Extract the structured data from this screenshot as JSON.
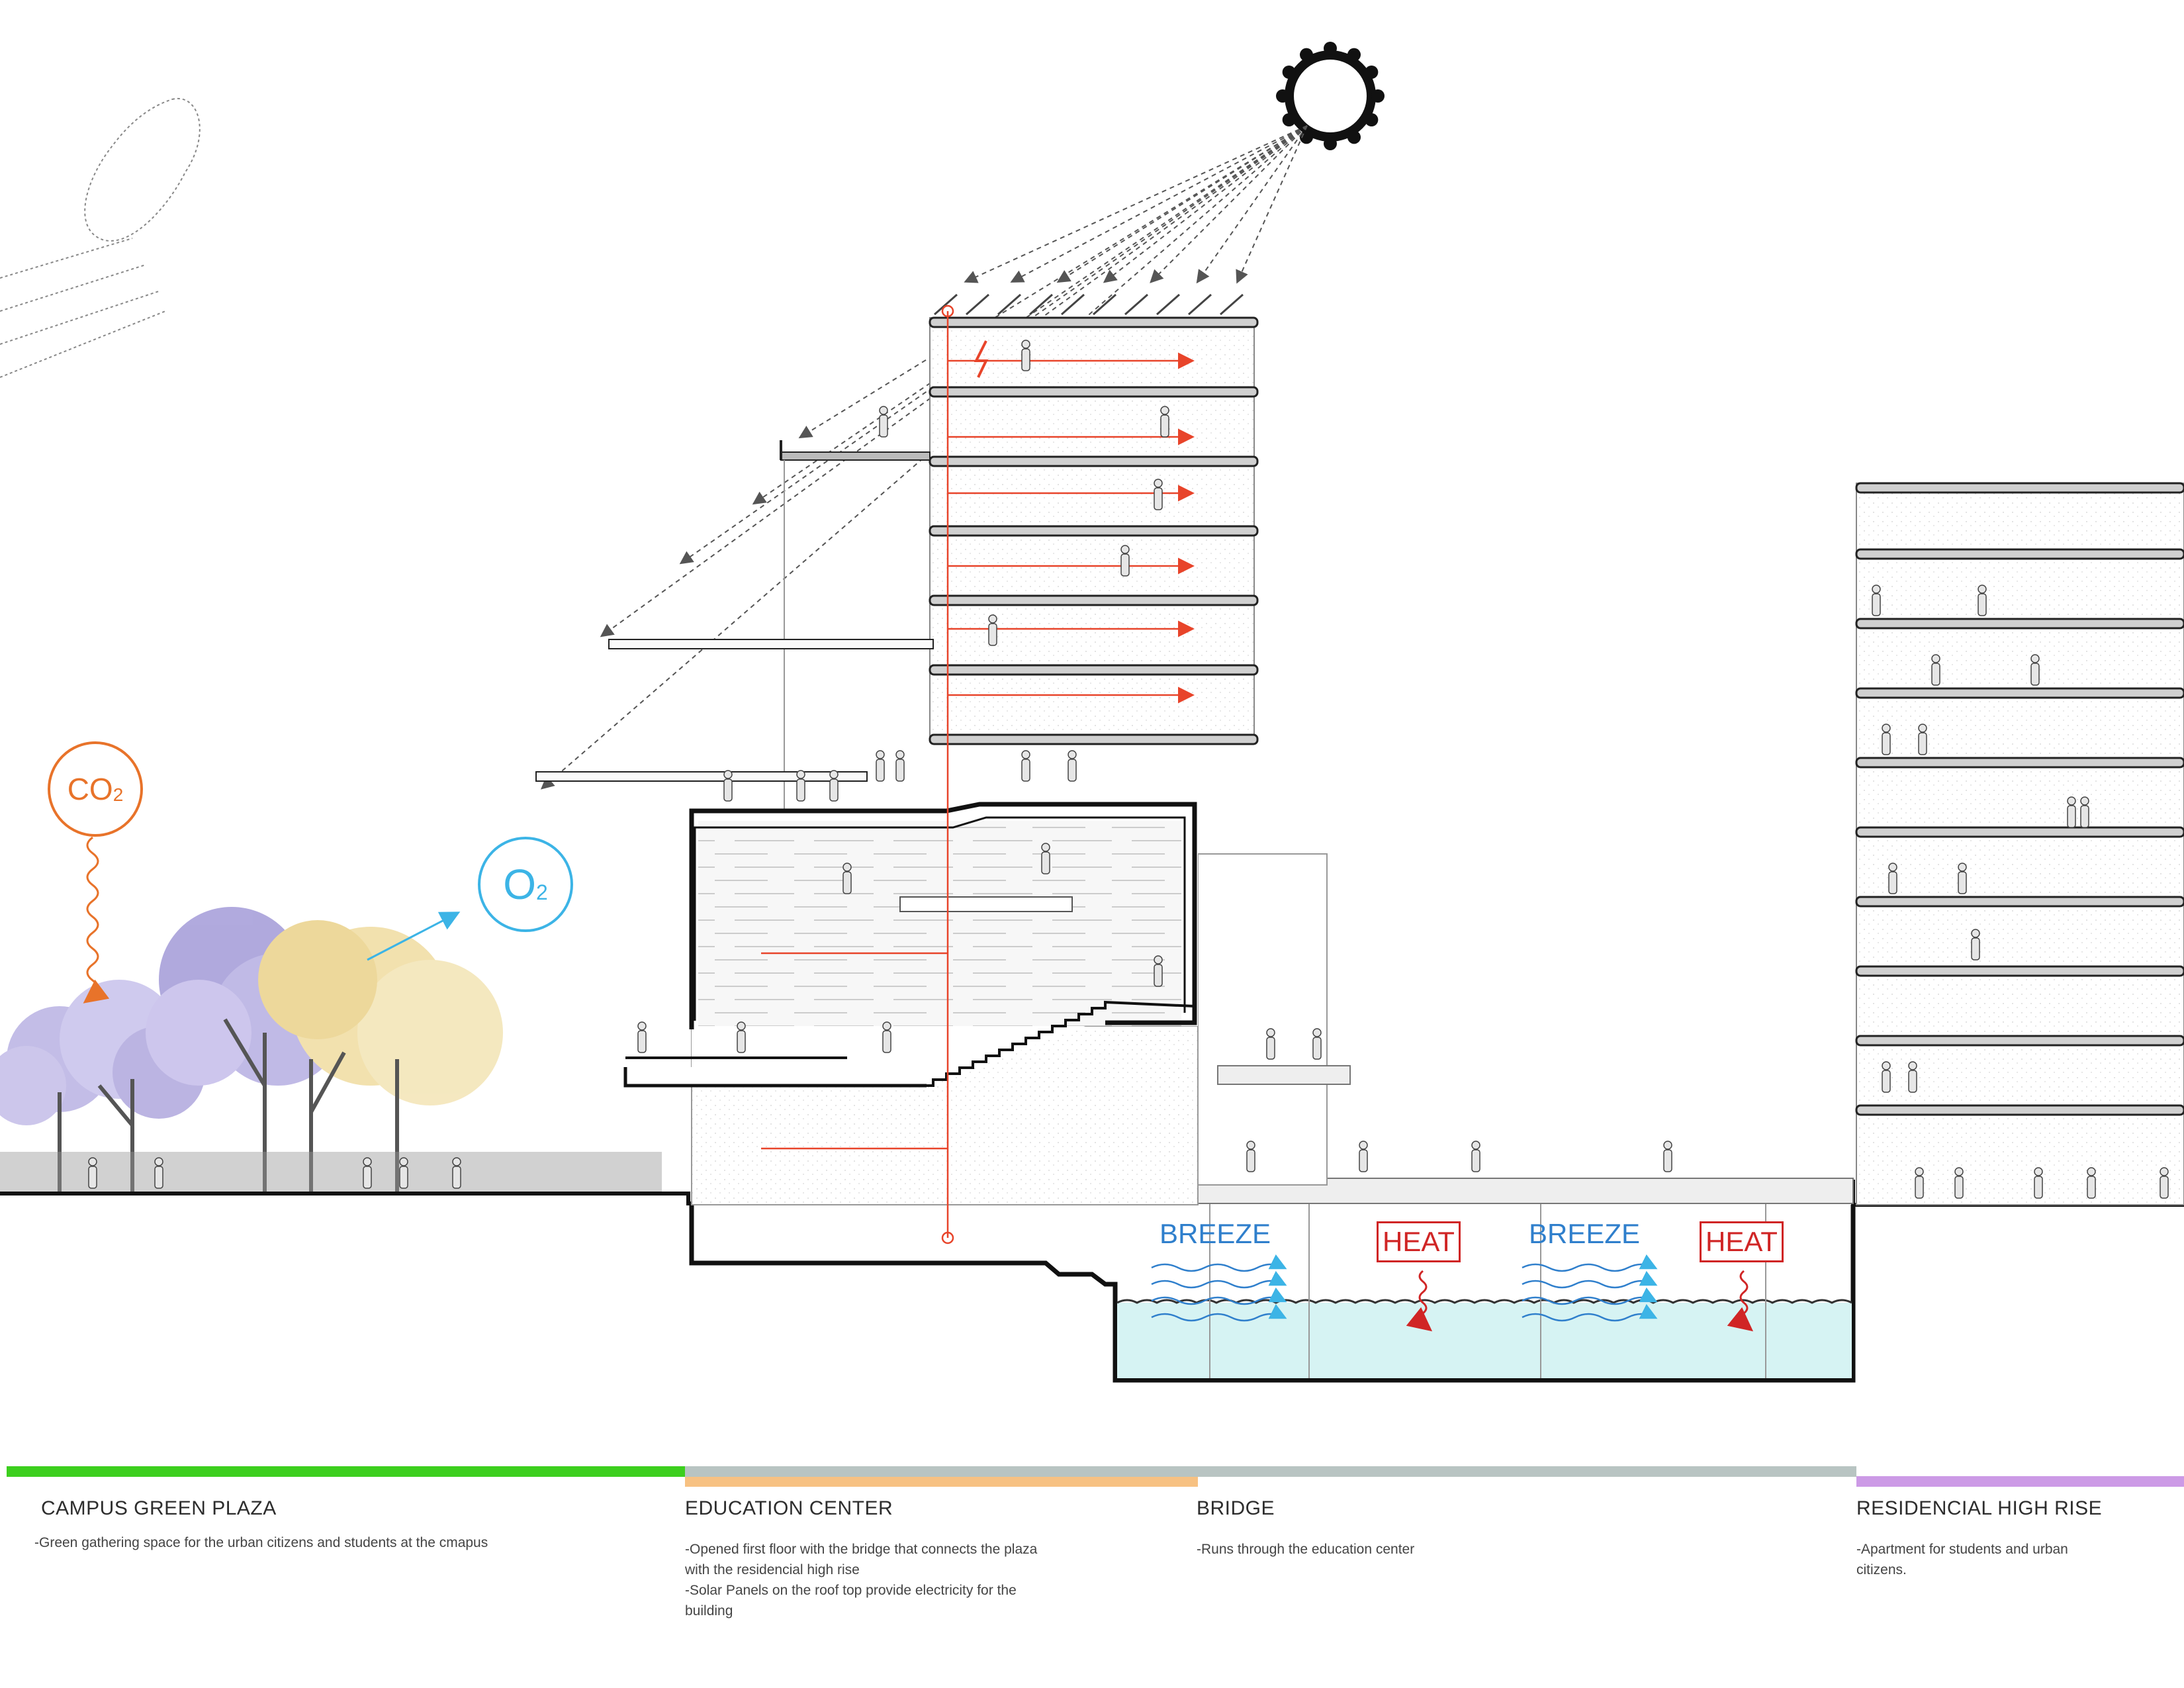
{
  "diagram": {
    "gases": {
      "co2_main": "CO",
      "co2_sub": "2",
      "o2_main": "O",
      "o2_sub": "2"
    },
    "flows": [
      {
        "text": "BREEZE",
        "kind": "breeze"
      },
      {
        "text": "HEAT",
        "kind": "heat"
      },
      {
        "text": "BREEZE",
        "kind": "breeze"
      },
      {
        "text": "HEAT",
        "kind": "heat"
      }
    ],
    "colors": {
      "co2": "#e8732a",
      "o2": "#3cb4e6",
      "breeze": "#2f7fcc",
      "heat": "#d02525",
      "electric": "#e8442a",
      "water": "#d6f3f3",
      "plaza_band": "#3ccf1e",
      "education_band": "#f7c182",
      "bridge_band": "#b8c4c2",
      "residential_band": "#cc9ae6"
    }
  },
  "zones": [
    {
      "title": "CAMPUS GREEN PLAZA",
      "desc": [
        "-Green gathering space for the urban citizens and students at the cmapus"
      ]
    },
    {
      "title": "EDUCATION CENTER",
      "desc": [
        "-Opened first floor with the bridge that connects the plaza",
        "with the residencial high rise",
        "-Solar Panels on the roof top provide electricity for the",
        "building"
      ]
    },
    {
      "title": "BRIDGE",
      "desc": [
        "-Runs through the education center"
      ]
    },
    {
      "title": "RESIDENCIAL HIGH RISE",
      "desc": [
        "-Apartment for students and urban",
        "citizens."
      ]
    }
  ]
}
